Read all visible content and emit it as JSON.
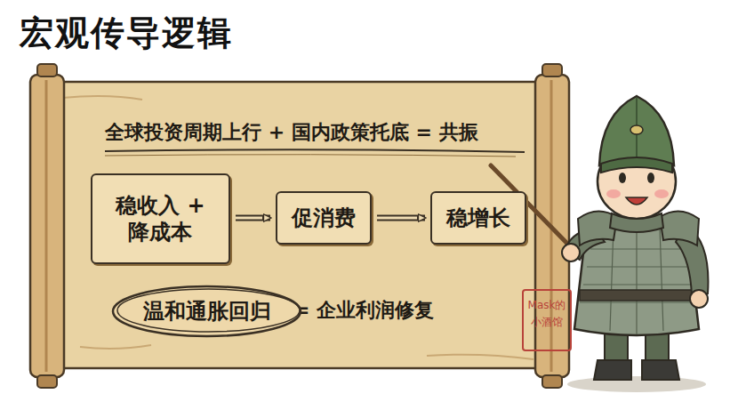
{
  "diagram": {
    "title": "宏观传导逻辑",
    "nodes": [
      {
        "text": [
          "稳收入 + 降成本"
        ]
      },
      {
        "text": [
          "促消费"
        ]
      },
      {
        "text": [
          "稳增长"
        ]
      },
      {
        "text": [
          "温和通胀回归"
        ]
      }
    ],
    "edges": [
      {
        "from": 0,
        "to": 1,
        "arrow": "to"
      },
      {
        "from": 1,
        "to": 2,
        "arrow": "to"
      }
    ],
    "labels": [
      "全球投资周期上行 + 国内政策托底 = 共振",
      "= 企业利润修复",
      "Mask的 小酒馆"
    ]
  }
}
